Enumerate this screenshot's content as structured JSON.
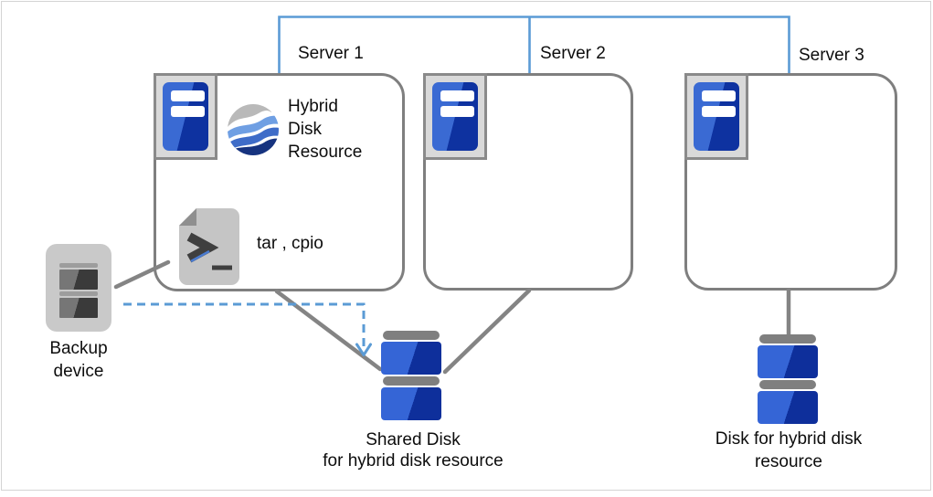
{
  "servers": [
    {
      "label": "Server 1"
    },
    {
      "label": "Server 2"
    },
    {
      "label": "Server 3"
    }
  ],
  "server1": {
    "resource_label": "Hybrid\nDisk\nResource",
    "backup_tools_label": "tar , cpio"
  },
  "backup_device": {
    "label": "Backup\ndevice"
  },
  "shared_disk": {
    "label": "Shared Disk\nfor hybrid disk resource"
  },
  "right_disk": {
    "label": "Disk for hybrid disk\nresource"
  },
  "colors": {
    "network_line": "#5b9bd5",
    "dashed_arrow": "#5b9bd5",
    "connector_gray": "#848484",
    "box_border": "#7f7f7f"
  }
}
